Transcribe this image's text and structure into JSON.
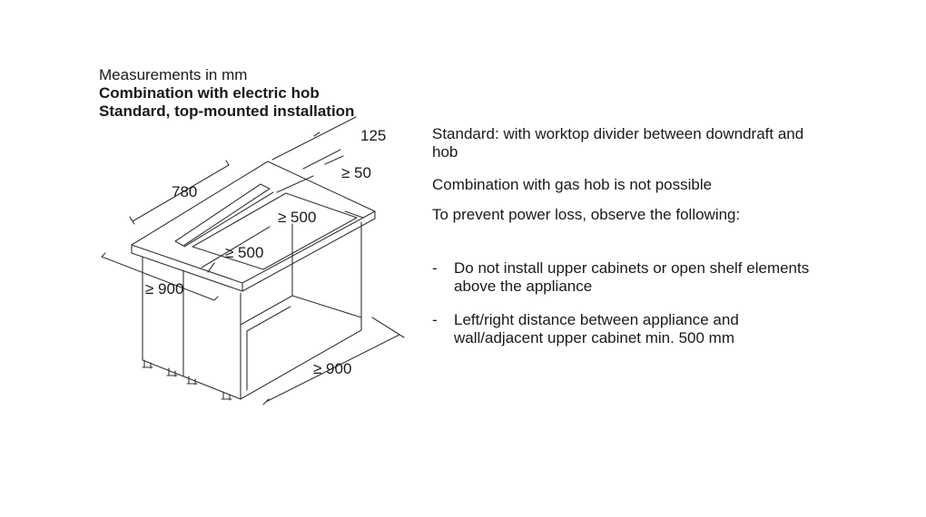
{
  "heading": {
    "line1": "Measurements in mm",
    "line2": "Combination with electric hob",
    "line3": "Standard, top-mounted installation"
  },
  "dimensions": {
    "d125": "125",
    "d50": "≥ 50",
    "d780": "780",
    "d500_top": "≥ 500",
    "d500_front": "≥ 500",
    "d900_height": "≥ 900",
    "d900_depth": "≥ 900"
  },
  "notes": {
    "standard": "Standard: with worktop divider between downdraft and hob",
    "gas": "Combination with gas hob is not possible",
    "power": "To prevent power loss, observe the following:",
    "bullets": [
      {
        "dash": "-",
        "text": "Do not install upper cabinets or open shelf elements above the appliance"
      },
      {
        "dash": "-",
        "text": "Left/right distance between appliance and wall/adjacent upper cabinet min. 500 mm"
      }
    ]
  },
  "colors": {
    "line": "#333333",
    "text": "#1a1a1a"
  }
}
